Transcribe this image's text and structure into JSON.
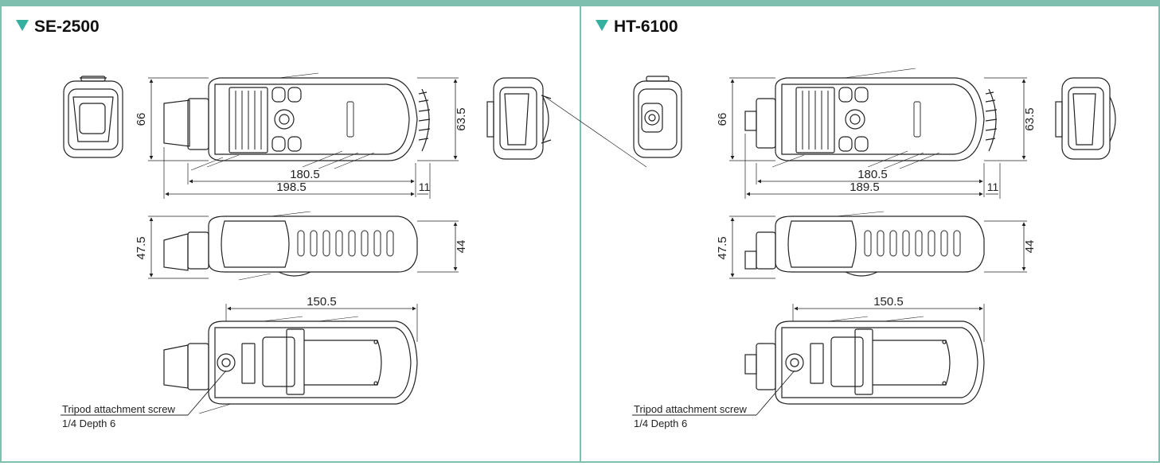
{
  "colors": {
    "accent": "#35b0a0",
    "border": "#7fbfb0",
    "line": "#222222"
  },
  "icons": {
    "title_marker": "triangle-down-icon"
  },
  "left": {
    "title": "SE-2500",
    "dims": {
      "height_front": "66",
      "height_right": "63.5",
      "length_body": "180.5",
      "length_total": "198.5",
      "tail": "11",
      "side_height": "47.5",
      "side_height2": "44",
      "bottom_length": "150.5"
    },
    "tripod_label": "Tripod attachment screw",
    "tripod_spec": "1/4 Depth 6"
  },
  "right": {
    "title": "HT-6100",
    "dims": {
      "height_front": "66",
      "height_right": "63.5",
      "length_body": "180.5",
      "length_total": "189.5",
      "tail": "11",
      "side_height": "47.5",
      "side_height2": "44",
      "bottom_length": "150.5"
    },
    "tripod_label": "Tripod attachment screw",
    "tripod_spec": "1/4 Depth 6"
  }
}
